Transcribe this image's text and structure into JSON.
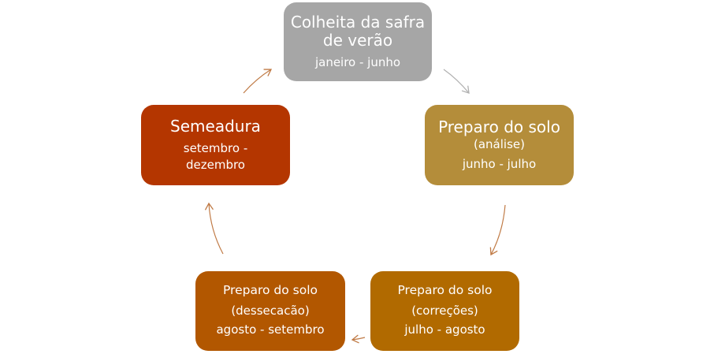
{
  "diagram": {
    "nodes": [
      {
        "id": "colheita",
        "title": "Colheita da safra de verão",
        "title_lines": [
          "Colheita da safra",
          "de verão"
        ],
        "period": "janeiro - junho",
        "color": "#a6a6a6"
      },
      {
        "id": "preparo_analise",
        "title": "Preparo do solo",
        "qualifier": "(análise)",
        "period": "junho - julho",
        "color": "#b48d3a"
      },
      {
        "id": "correcoes",
        "title": "Preparo do solo",
        "qualifier": "(correções)",
        "period": "julho - agosto",
        "color": "#b16a00"
      },
      {
        "id": "dessecacao",
        "title": "Preparo do solo",
        "qualifier": "(dessecacão)",
        "period": "agosto - setembro",
        "color": "#b25700"
      },
      {
        "id": "semeadura",
        "title": "Semeadura",
        "period_lines": [
          "setembro -",
          "dezembro"
        ],
        "color": "#b43600"
      }
    ],
    "arrow_color": "#c07a45",
    "arrow_color_muted": "#b0b0b0",
    "cycle_order": [
      "colheita",
      "preparo_analise",
      "correcoes",
      "dessecacao",
      "semeadura"
    ]
  }
}
